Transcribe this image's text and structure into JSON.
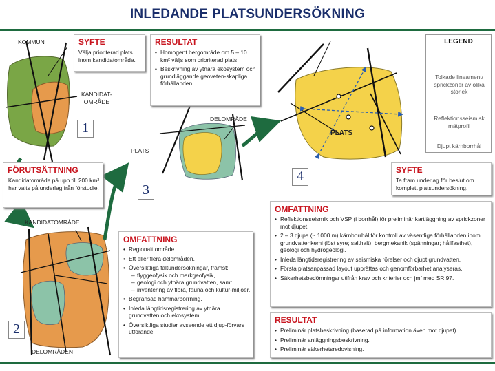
{
  "title": "INLEDANDE PLATSUNDERSÖKNING",
  "colors": {
    "green": "#7aa646",
    "orange": "#e69a4c",
    "yellow": "#f4d24a",
    "teal": "#8cc3a8",
    "red": "#c8141e",
    "navy": "#1a2e6b",
    "arrow": "#1e6b3f"
  },
  "labels": {
    "kommun": "KOMMUN",
    "kandidatomrade": "KANDIDAT-\nOMRÅDE",
    "delomrade": "DELOMRÅDE",
    "plats_left": "PLATS",
    "plats_right": "PLATS",
    "kandidatomrade_big": "KANDIDATOMRÅDE",
    "delomraden": "DELOMRÅDEN"
  },
  "numbers": {
    "one": "1",
    "two": "2",
    "three": "3",
    "four": "4"
  },
  "syfte1": {
    "head": "SYFTE",
    "text": "Välja prioriterad plats inom kandidatområde."
  },
  "resultat1": {
    "head": "RESULTAT",
    "items": [
      "Homogent bergområde om 5 – 10 km² väljs som prioriterad plats.",
      "Beskrivning av ytnära ekosystem och grundläggande geoveten-skapliga förhållanden."
    ]
  },
  "forutsattning": {
    "head": "FÖRUTSÄTTNING",
    "text": "Kandidatområde på upp till 200 km² har valts på underlag från förstudie."
  },
  "omfattning1": {
    "head": "OMFATTNING",
    "items": [
      "Regionalt område.",
      "Ett eller flera delområden.",
      "Översiktliga fältundersökningar, främst:"
    ],
    "sub": [
      "flyggeofysik och markgeofysik,",
      "geologi och ytnära grundvatten, samt",
      "inventering av flora, fauna och kultur-miljöer."
    ],
    "items2": [
      "Begränsad hammarborrning.",
      "Inleda långtidsregistrering av ytnära grundvatten och ekosystem.",
      "Översiktliga studier avseende ett djup-förvars utförande."
    ]
  },
  "legend": {
    "head": "LEGEND",
    "lineament": "Tolkade lineament/ sprickzoner av olika storlek",
    "seismic": "Reflektionsseismisk mätprofil",
    "borehole": "Djupt kärnborrhål"
  },
  "syfte2": {
    "head": "SYFTE",
    "text": "Ta fram underlag för beslut om komplett platsundersökning."
  },
  "omfattning2": {
    "head": "OMFATTNING",
    "items": [
      "Reflektionsseismik och VSP (i borrhål) för preliminär kartläggning av sprickzoner mot djupet.",
      "2 – 3 djupa (~ 1000 m) kärnborrhål för kontroll av väsentliga förhållanden inom grundvattenkemi (löst syre; salthalt), bergmekanik (spänningar; hållfasthet), geologi och hydrogeologi.",
      "Inleda långtidsregistrering av seismiska rörelser och djupt grundvatten.",
      "Första platsanpassad layout upprättas och genomförbarhet analyseras.",
      "Säkerhetsbedömningar utifrån krav och kriterier och jmf med SR 97."
    ]
  },
  "resultat2": {
    "head": "RESULTAT",
    "items": [
      "Preliminär platsbeskrivning (baserad på information även mot djupet).",
      "Preliminär anläggningsbeskrivning.",
      "Preliminär säkerhetsredovisning."
    ]
  }
}
